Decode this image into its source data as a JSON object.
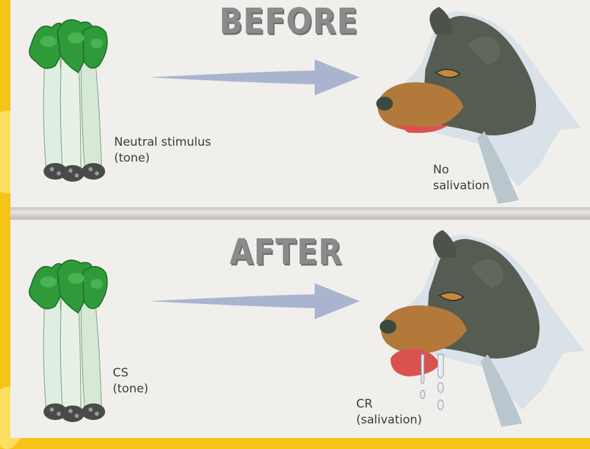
{
  "panels": {
    "before": {
      "heading": "BEFORE",
      "stimulus_label_line1": "Neutral stimulus",
      "stimulus_label_line2": "(tone)",
      "response_label_line1": "No",
      "response_label_line2": "salivation"
    },
    "after": {
      "heading": "AFTER",
      "stimulus_label_line1": "CS",
      "stimulus_label_line2": "(tone)",
      "response_label_line1": "CR",
      "response_label_line2": "(salivation)"
    }
  },
  "colors": {
    "background": "#f6c417",
    "panel": "#f1efec",
    "arrow": "#a9b4cf",
    "leaf": "#2f9a3a",
    "stalk": "#dfeee0",
    "dog_fur": "#555c52",
    "dog_tan": "#b2793a",
    "tongue": "#d9524f",
    "heading": "#8b8b8b"
  },
  "icons": [
    "celery-icon",
    "arrow-icon",
    "dog-head-icon",
    "drool-drop-icon"
  ]
}
